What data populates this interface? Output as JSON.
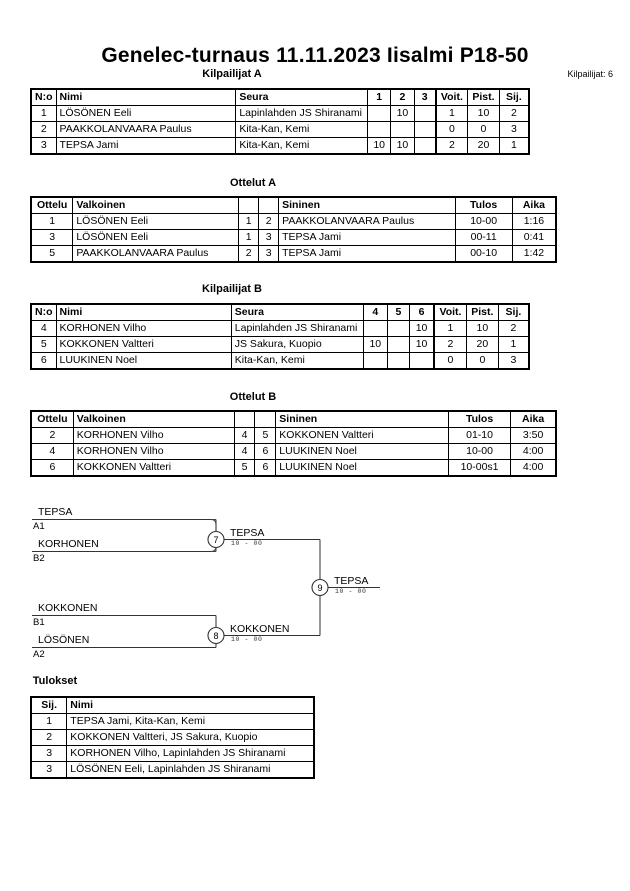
{
  "header": {
    "title": "Genelec-turnaus  11.11.2023  Iisalmi   P18-50",
    "competitor_count": "Kilpailijat: 6"
  },
  "captions": {
    "players_a": "Kilpailijat A",
    "matches_a": "Ottelut A",
    "players_b": "Kilpailijat B",
    "matches_b": "Ottelut B",
    "results": "Tulokset"
  },
  "players_table": {
    "headers": {
      "no": "N:o",
      "name": "Nimi",
      "club": "Seura",
      "wins": "Voit.",
      "points": "Pist.",
      "rank": "Sij."
    }
  },
  "matches_table": {
    "headers": {
      "match": "Ottelu",
      "white": "Valkoinen",
      "blue": "Sininen",
      "result": "Tulos",
      "time": "Aika"
    }
  },
  "results_table": {
    "headers": {
      "rank": "Sij.",
      "name": "Nimi"
    }
  },
  "pool_a": {
    "match_columns": [
      "1",
      "2",
      "3"
    ],
    "rows": [
      {
        "no": "1",
        "name": "LÖSÖNEN Eeli",
        "club": "Lapinlahden JS Shiranami",
        "scores": [
          "",
          "10",
          ""
        ],
        "wins": "1",
        "points": "10",
        "rank": "2"
      },
      {
        "no": "2",
        "name": "PAAKKOLANVAARA Paulus",
        "club": "Kita-Kan, Kemi",
        "scores": [
          "",
          "",
          ""
        ],
        "wins": "0",
        "points": "0",
        "rank": "3"
      },
      {
        "no": "3",
        "name": "TEPSA Jami",
        "club": "Kita-Kan, Kemi",
        "scores": [
          "10",
          "10",
          ""
        ],
        "wins": "2",
        "points": "20",
        "rank": "1"
      }
    ]
  },
  "pool_b": {
    "match_columns": [
      "4",
      "5",
      "6"
    ],
    "rows": [
      {
        "no": "4",
        "name": "KORHONEN Vilho",
        "club": "Lapinlahden JS Shiranami",
        "scores": [
          "",
          "",
          "10"
        ],
        "wins": "1",
        "points": "10",
        "rank": "2"
      },
      {
        "no": "5",
        "name": "KOKKONEN Valtteri",
        "club": "JS Sakura, Kuopio",
        "scores": [
          "10",
          "",
          "10"
        ],
        "wins": "2",
        "points": "20",
        "rank": "1"
      },
      {
        "no": "6",
        "name": "LUUKINEN Noel",
        "club": "Kita-Kan, Kemi",
        "scores": [
          "",
          "",
          ""
        ],
        "wins": "0",
        "points": "0",
        "rank": "3"
      }
    ]
  },
  "matches_a": {
    "rows": [
      {
        "match": "1",
        "white": "LÖSÖNEN Eeli",
        "white_no": "1",
        "blue_no": "2",
        "blue": "PAAKKOLANVAARA Paulus",
        "result": "10-00",
        "time": "1:16"
      },
      {
        "match": "3",
        "white": "LÖSÖNEN Eeli",
        "white_no": "1",
        "blue_no": "3",
        "blue": "TEPSA Jami",
        "result": "00-11",
        "time": "0:41"
      },
      {
        "match": "5",
        "white": "PAAKKOLANVAARA Paulus",
        "white_no": "2",
        "blue_no": "3",
        "blue": "TEPSA Jami",
        "result": "00-10",
        "time": "1:42"
      }
    ]
  },
  "matches_b": {
    "rows": [
      {
        "match": "2",
        "white": "KORHONEN Vilho",
        "white_no": "4",
        "blue_no": "5",
        "blue": "KOKKONEN Valtteri",
        "result": "01-10",
        "time": "3:50"
      },
      {
        "match": "4",
        "white": "KORHONEN Vilho",
        "white_no": "4",
        "blue_no": "6",
        "blue": "LUUKINEN Noel",
        "result": "10-00",
        "time": "4:00"
      },
      {
        "match": "6",
        "white": "KOKKONEN Valtteri",
        "white_no": "5",
        "blue_no": "6",
        "blue": "LUUKINEN Noel",
        "result": "10-00s1",
        "time": "4:00"
      }
    ]
  },
  "results": {
    "rows": [
      {
        "rank": "1",
        "name": "TEPSA Jami, Kita-Kan, Kemi"
      },
      {
        "rank": "2",
        "name": "KOKKONEN Valtteri, JS Sakura, Kuopio"
      },
      {
        "rank": "3",
        "name": "KORHONEN Vilho, Lapinlahden JS Shiranami"
      },
      {
        "rank": "3",
        "name": "LÖSÖNEN Eeli, Lapinlahden JS Shiranami"
      }
    ]
  },
  "bracket": {
    "entrants": [
      {
        "name": "TEPSA",
        "seed": "A1"
      },
      {
        "name": "KORHONEN",
        "seed": "B2"
      },
      {
        "name": "KOKKONEN",
        "seed": "B1"
      },
      {
        "name": "LÖSÖNEN",
        "seed": "A2"
      }
    ],
    "semifinals": [
      {
        "number": "7",
        "winner": "TEPSA",
        "score": "10 - 00"
      },
      {
        "number": "8",
        "winner": "KOKKONEN",
        "score": "10 - 00"
      }
    ],
    "final": {
      "number": "9",
      "winner": "TEPSA",
      "score": "10 - 00"
    }
  }
}
